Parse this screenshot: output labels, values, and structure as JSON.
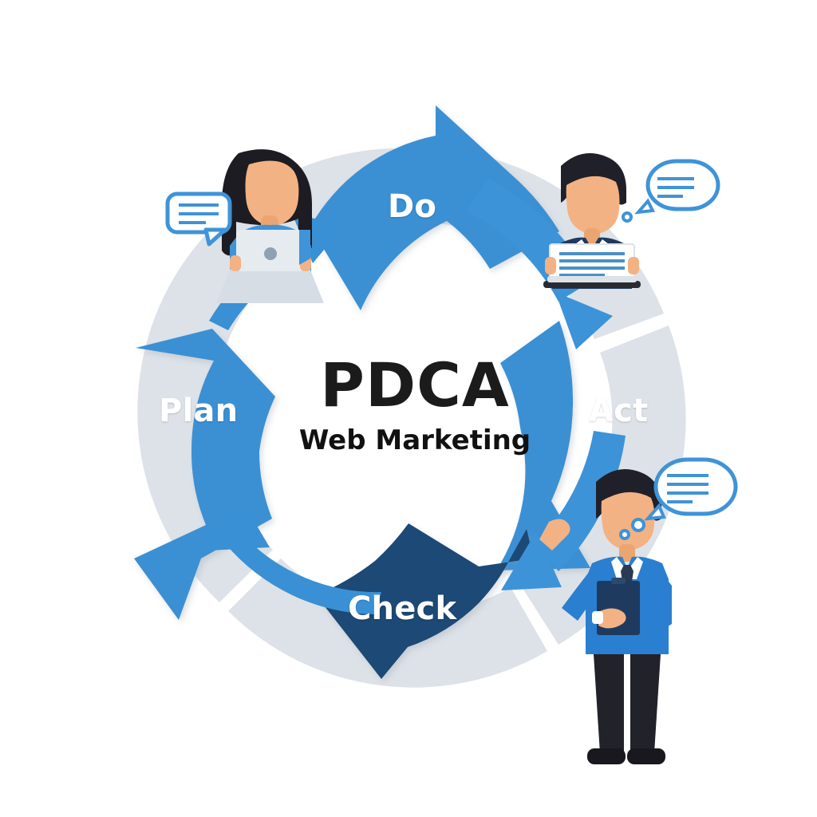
{
  "diagram": {
    "type": "pdca-cycle",
    "center": {
      "title": "PDCA",
      "subtitle": "Web Marketing"
    },
    "segments": [
      {
        "id": "plan",
        "label": "Plan",
        "color": "#3a90d4",
        "position": "left"
      },
      {
        "id": "do",
        "label": "Do",
        "color": "#3a90d4",
        "position": "top"
      },
      {
        "id": "act",
        "label": "Act",
        "color": "#3a90d4",
        "position": "right"
      },
      {
        "id": "check",
        "label": "Check",
        "color": "#1e4a74",
        "position": "bottom"
      }
    ],
    "colors": {
      "primary_blue": "#3a90d4",
      "navy": "#1e4a74",
      "ring_shadow": "#dde2e8",
      "accent_light_blue": "#4aa3e8",
      "background": "#ffffff",
      "title_text": "#1b1b1b",
      "label_text": "#ffffff"
    },
    "people": [
      {
        "id": "woman-laptop",
        "position": "top-left",
        "description": "woman-with-laptop",
        "hair": "#1c1c22",
        "skin": "#f2b183",
        "shirt": "#3f93d8",
        "collar": "#ffffff",
        "device": "laptop",
        "bubble": {
          "kind": "speech-bubble",
          "lines": 3,
          "side": "left"
        }
      },
      {
        "id": "man-document",
        "position": "top-right",
        "description": "man-in-suit-with-document",
        "hair": "#20202a",
        "skin": "#f2b183",
        "suit": "#1f3a5f",
        "tie": "#4aa3e8",
        "device": "laptop-document",
        "bubble": {
          "kind": "thought-bubble",
          "lines": 3,
          "side": "right"
        }
      },
      {
        "id": "man-clipboard",
        "position": "bottom-right",
        "description": "man-in-blue-suit-with-clipboard",
        "hair": "#20202a",
        "skin": "#f2b183",
        "suit": "#2a7fd0",
        "pants": "#22222a",
        "tie": "#2a3a52",
        "device": "clipboard",
        "bubble": {
          "kind": "thought-bubble",
          "lines": 4,
          "side": "right"
        }
      }
    ],
    "connectors": [
      {
        "id": "do-to-act",
        "from": "do",
        "to": "act",
        "style": "curved-arrow",
        "color": "#3a90d4"
      },
      {
        "id": "act-to-check",
        "from": "act",
        "to": "check",
        "style": "curved-arrow",
        "color": "#3a90d4"
      },
      {
        "id": "check-to-plan",
        "from": "check",
        "to": "plan",
        "style": "thin-curved-arrow",
        "color": "#3a90d4"
      },
      {
        "id": "plan-to-do",
        "from": "plan",
        "to": "do",
        "style": "thin-curved-arrow",
        "color": "#3a90d4"
      }
    ]
  }
}
